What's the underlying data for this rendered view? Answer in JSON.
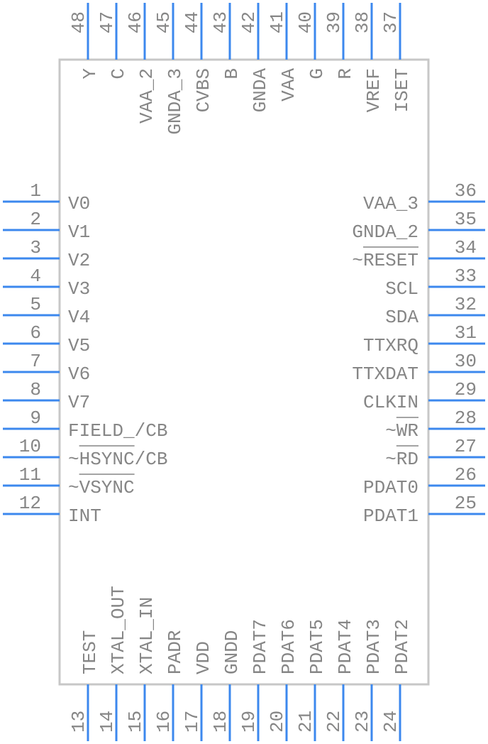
{
  "colors": {
    "pin": "#3c88ee",
    "body_outline": "#c7c7c7",
    "text": "#868686",
    "background": "#ffffff"
  },
  "component": {
    "left_pins": [
      {
        "number": "1",
        "name": "V0"
      },
      {
        "number": "2",
        "name": "V1"
      },
      {
        "number": "3",
        "name": "V2"
      },
      {
        "number": "4",
        "name": "V3"
      },
      {
        "number": "5",
        "name": "V4"
      },
      {
        "number": "6",
        "name": "V5"
      },
      {
        "number": "7",
        "name": "V6"
      },
      {
        "number": "8",
        "name": "V7"
      },
      {
        "number": "9",
        "name": "FIELD_/CB"
      },
      {
        "number": "10",
        "name": "~HSYNC/CB"
      },
      {
        "number": "11",
        "name": "~VSYNC"
      },
      {
        "number": "12",
        "name": "INT"
      }
    ],
    "bottom_pins": [
      {
        "number": "13",
        "name": "TEST"
      },
      {
        "number": "14",
        "name": "XTAL_OUT"
      },
      {
        "number": "15",
        "name": "XTAL_IN"
      },
      {
        "number": "16",
        "name": "PADR"
      },
      {
        "number": "17",
        "name": "VDD"
      },
      {
        "number": "18",
        "name": "GNDD"
      },
      {
        "number": "19",
        "name": "PDAT7"
      },
      {
        "number": "20",
        "name": "PDAT6"
      },
      {
        "number": "21",
        "name": "PDAT5"
      },
      {
        "number": "22",
        "name": "PDAT4"
      },
      {
        "number": "23",
        "name": "PDAT3"
      },
      {
        "number": "24",
        "name": "PDAT2"
      }
    ],
    "right_pins": [
      {
        "number": "25",
        "name": "PDAT1"
      },
      {
        "number": "26",
        "name": "PDAT0"
      },
      {
        "number": "27",
        "name": "~RD"
      },
      {
        "number": "28",
        "name": "~WR"
      },
      {
        "number": "29",
        "name": "CLKIN"
      },
      {
        "number": "30",
        "name": "TTXDAT"
      },
      {
        "number": "31",
        "name": "TTXRQ"
      },
      {
        "number": "32",
        "name": "SDA"
      },
      {
        "number": "33",
        "name": "SCL"
      },
      {
        "number": "34",
        "name": "~RESET"
      },
      {
        "number": "35",
        "name": "GNDA_2"
      },
      {
        "number": "36",
        "name": "VAA_3"
      }
    ],
    "top_pins": [
      {
        "number": "37",
        "name": "ISET"
      },
      {
        "number": "38",
        "name": "VREF"
      },
      {
        "number": "39",
        "name": "R"
      },
      {
        "number": "40",
        "name": "G"
      },
      {
        "number": "41",
        "name": "VAA"
      },
      {
        "number": "42",
        "name": "GNDA"
      },
      {
        "number": "43",
        "name": "B"
      },
      {
        "number": "44",
        "name": "CVBS"
      },
      {
        "number": "45",
        "name": "GNDA_3"
      },
      {
        "number": "46",
        "name": "VAA_2"
      },
      {
        "number": "47",
        "name": "C"
      },
      {
        "number": "48",
        "name": "Y"
      }
    ]
  }
}
